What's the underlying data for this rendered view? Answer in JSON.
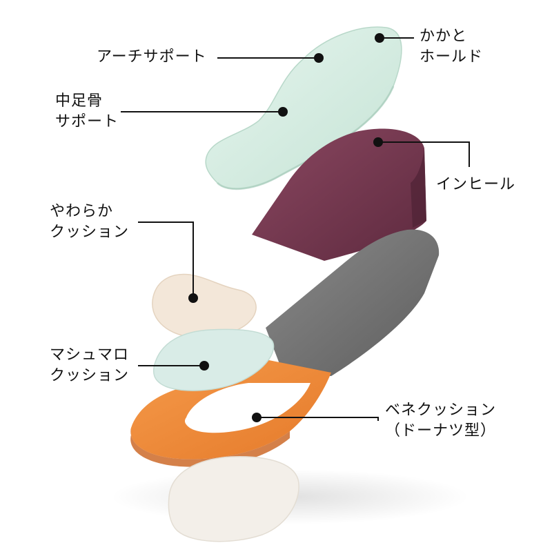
{
  "labels": {
    "heel_hold": "かかと\nホールド",
    "arch_support": "アーチサポート",
    "metatarsal_support": "中足骨\nサポート",
    "inheel": "インヒール",
    "soft_cushion": "やわらか\nクッション",
    "marshmallow_cushion": "マシュマロ\nクッション",
    "bene_cushion": "ベネクッション\n（ドーナツ型）"
  },
  "colors": {
    "arch_layer": "#d8efe4",
    "inheel_layer": "#7a3a52",
    "felt_layer": "#737373",
    "orange_layer": "#ef8a3a",
    "soft_pad": "#f3e7d9",
    "marshmallow_pad": "#d9ece7",
    "bottom_pad": "#f3efe9",
    "line": "#111111"
  }
}
